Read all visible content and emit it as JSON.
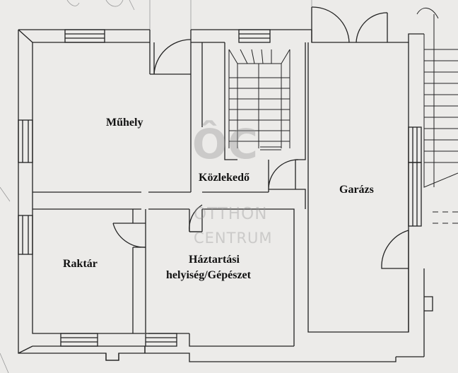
{
  "rooms": {
    "muhely": "Műhely",
    "kozlekedo": "Közlekedő",
    "garazs": "Garázs",
    "raktar": "Raktár",
    "haztartasi_1": "Háztartási",
    "haztartasi_2": "helyiség/Gépészet"
  },
  "watermark": {
    "logo": "ÔC",
    "line1": "OTTHON",
    "line2": "CENTRUM"
  },
  "colors": {
    "background": "#ecebe9",
    "wall_line": "#222222",
    "watermark": "#a0a0a0"
  }
}
